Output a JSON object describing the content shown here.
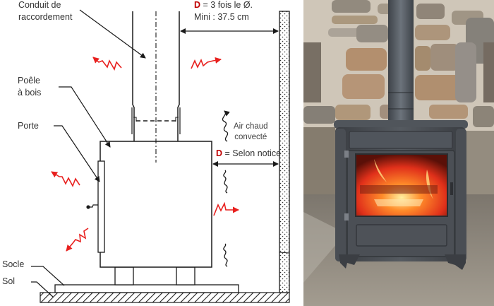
{
  "diagram": {
    "labels": {
      "conduit_line1": "Conduit de",
      "conduit_line2": "raccordement",
      "poele_line1": "Poêle",
      "poele_line2": "à bois",
      "porte": "Porte",
      "socle": "Socle",
      "sol": "Sol",
      "air_line1": "Air chaud",
      "air_line2": "convecté"
    },
    "distance_top": {
      "d_letter": "D",
      "rule": " = 3 fois le Ø.",
      "minimum": "Mini : 37.5 cm"
    },
    "distance_side": {
      "d_letter": "D",
      "rule": " = Selon notice"
    },
    "colors": {
      "line": "#1a1a1a",
      "heat_arrow": "#e8201e",
      "highlight": "#c00000"
    }
  },
  "photo": {
    "subject": "cast-iron wood stove with lit fire against stone wall",
    "colors": {
      "stove": "#4a4d52",
      "flue": "#5a6068",
      "wall": "#b9ab98",
      "floor": "#8f887c",
      "fire": "#ff5a1a"
    }
  }
}
